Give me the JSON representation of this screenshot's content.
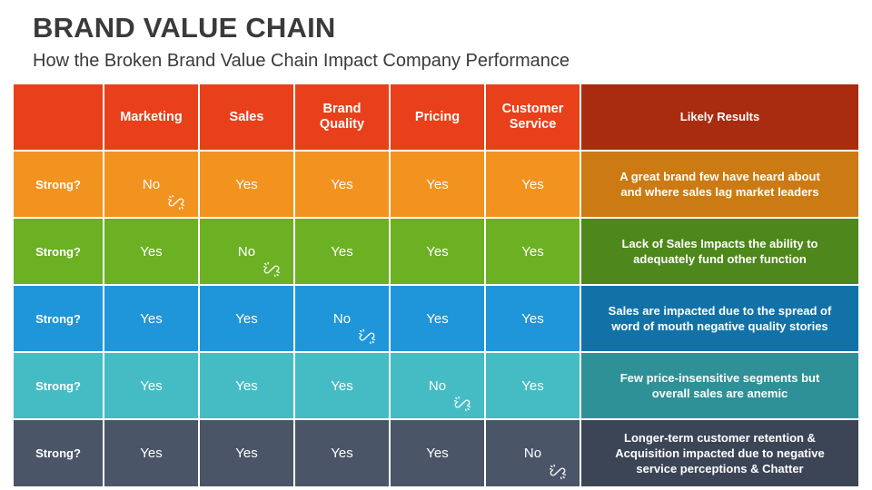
{
  "header": {
    "title": "BRAND VALUE CHAIN",
    "subtitle": "How the Broken Brand Value Chain Impact Company Performance"
  },
  "table": {
    "corner_label": "",
    "columns": [
      "Marketing",
      "Sales",
      "Brand\nQuality",
      "Pricing",
      "Customer\nService"
    ],
    "results_header": "Likely Results",
    "row_label": "Strong?",
    "icon_name": "broken-link-icon",
    "rows": [
      {
        "label": "Strong?",
        "values": [
          "No",
          "Yes",
          "Yes",
          "Yes",
          "Yes"
        ],
        "broken_index": 0,
        "result": "A great brand few have heard about\nand where sales lag market leaders",
        "color": "#F3931F",
        "result_color": "#CC7A13"
      },
      {
        "label": "Strong?",
        "values": [
          "Yes",
          "No",
          "Yes",
          "Yes",
          "Yes"
        ],
        "broken_index": 1,
        "result": "Lack of Sales Impacts the ability to\nadequately fund other function",
        "color": "#6CB024",
        "result_color": "#4E871B"
      },
      {
        "label": "Strong?",
        "values": [
          "Yes",
          "Yes",
          "No",
          "Yes",
          "Yes"
        ],
        "broken_index": 2,
        "result": "Sales are impacted due to the spread of\nword of mouth negative quality stories",
        "color": "#1E96D9",
        "result_color": "#1272A8"
      },
      {
        "label": "Strong?",
        "values": [
          "Yes",
          "Yes",
          "Yes",
          "No",
          "Yes"
        ],
        "broken_index": 3,
        "result": "Few price-insensitive segments but\noverall sales are anemic",
        "color": "#45BCC3",
        "result_color": "#2E9197"
      },
      {
        "label": "Strong?",
        "values": [
          "Yes",
          "Yes",
          "Yes",
          "Yes",
          "No"
        ],
        "broken_index": 4,
        "result": "Longer-term customer retention &\nAcquisition impacted due to negative\nservice perceptions & Chatter",
        "color": "#4A5568",
        "result_color": "#3C4556"
      }
    ]
  },
  "colors": {
    "header_red": "#E8401A",
    "header_result_red": "#A92C10",
    "title_text": "#3A3A3A",
    "cell_text": "#FFFFFF",
    "page_background": "#FFFFFF"
  }
}
